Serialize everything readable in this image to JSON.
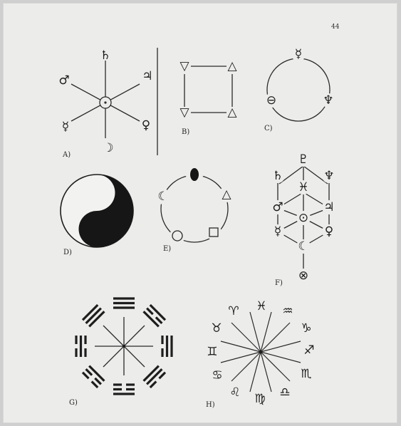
{
  "page_number": "44",
  "labels": {
    "a": "A)",
    "b": "B)",
    "c": "C)",
    "d": "D)",
    "e": "E)",
    "f": "F)",
    "g": "G)",
    "h": "H)"
  },
  "diagram_a": {
    "top": "♄",
    "upper_left": "♂",
    "upper_right": "♃",
    "center": "⊙",
    "lower_left": "☿",
    "lower_right": "♀",
    "bottom": "☽"
  },
  "diagram_b": {
    "top_left": "▽",
    "top_right": "△",
    "bottom_left": "▽",
    "bottom_right": "△"
  },
  "diagram_c": {
    "top": "☿",
    "left": "⊖",
    "right": "♆"
  },
  "diagram_e": {
    "left": "☾",
    "right": "△"
  },
  "diagram_f": {
    "top": "♇",
    "upper_left": "♄",
    "upper_center": "♓",
    "upper_right": "♆",
    "middle_left": "♂",
    "middle_right": "♃",
    "center": "⊙",
    "lower_left": "☿",
    "lower_right": "♀",
    "lower_center": "☾",
    "bottom": "⊗"
  },
  "diagram_h": {
    "aries": "♈",
    "pisces": "♓",
    "aquarius": "♒",
    "taurus": "♉",
    "capricorn": "♑",
    "gemini": "♊",
    "sagittarius": "♐",
    "cancer": "♋",
    "scorpio": "♏",
    "leo": "♌",
    "virgo": "♍",
    "libra": "♎"
  }
}
